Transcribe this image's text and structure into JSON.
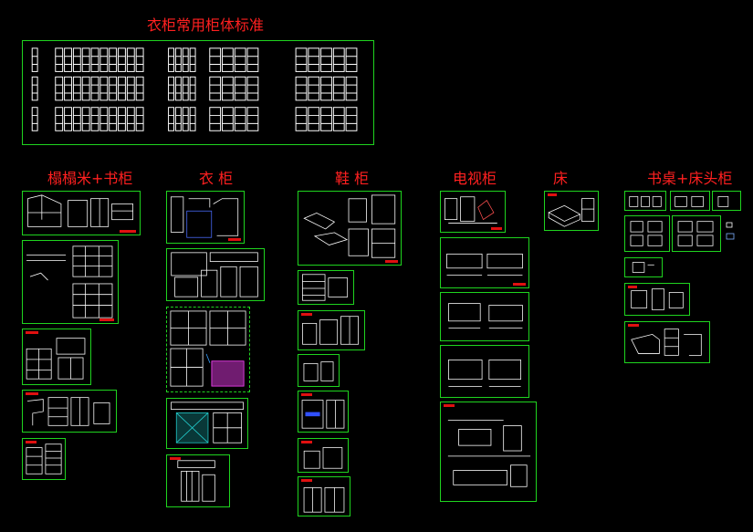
{
  "canvas": {
    "background": "#000000",
    "frame_color": "#1fd41f",
    "title_color": "#ff2020",
    "line_color": "#ffffff"
  },
  "titles": {
    "main": "衣柜常用柜体标准",
    "tatami": "榻榻米+书柜",
    "wardrobe": "衣 柜",
    "shoe": "鞋 柜",
    "tv": "电视柜",
    "bed": "床",
    "desk": "书桌+床头柜"
  }
}
